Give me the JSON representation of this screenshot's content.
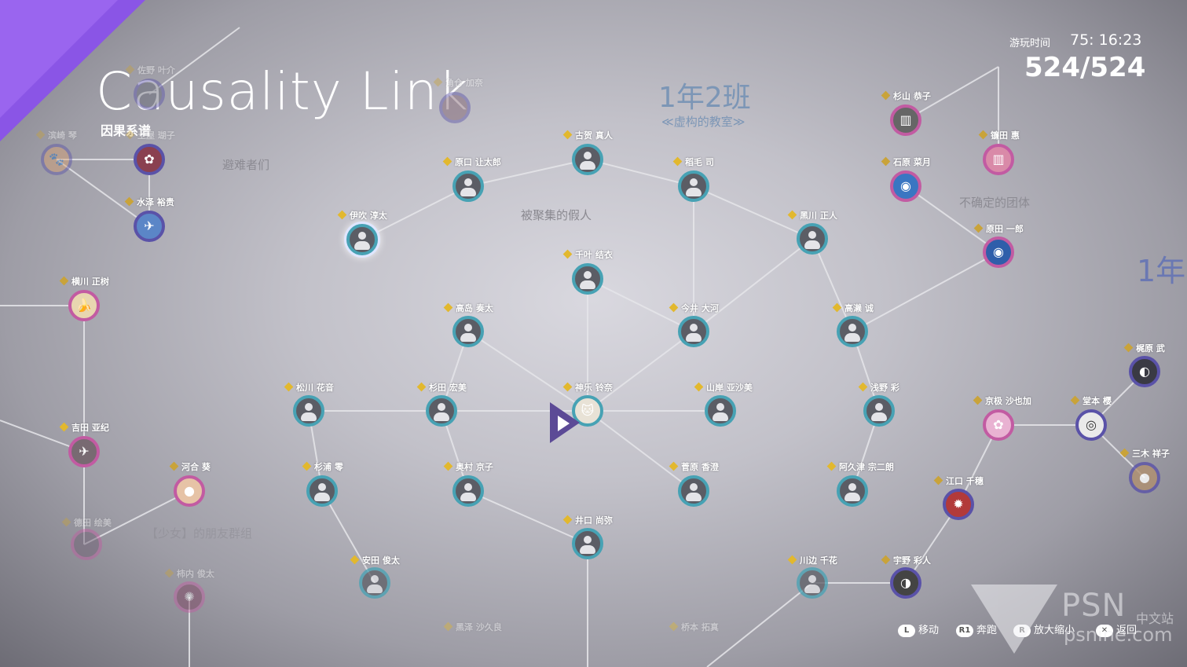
{
  "app": {
    "title": "Causality Link",
    "subtitle": "因果系谱"
  },
  "hud": {
    "playtime_label": "游玩时间",
    "playtime": "75: 16:23",
    "count": "524/524"
  },
  "groups": {
    "refugees": "避难者们",
    "gathered_fakes": "被聚集的假人",
    "uncertain_group": "不确定的团体",
    "friends_group": "【少女】的朋友群组",
    "class_1_2": "1年2班",
    "class_1_2_sub": "≪虚构的教室≫",
    "class_1_cut": "1年"
  },
  "nodes": [
    {
      "id": "furuga",
      "name": "古贺 真人",
      "style": "teal"
    },
    {
      "id": "haraguchi",
      "name": "原口 让太郎",
      "style": "teal"
    },
    {
      "id": "inahige",
      "name": "稻毛 司",
      "style": "teal"
    },
    {
      "id": "ibu",
      "name": "伊吹 淳太",
      "style": "teal"
    },
    {
      "id": "kurokawa",
      "name": "黑川 正人",
      "style": "teal"
    },
    {
      "id": "chiba",
      "name": "千叶 结衣",
      "style": "teal"
    },
    {
      "id": "takashima",
      "name": "高岛 奏太",
      "style": "teal"
    },
    {
      "id": "imai",
      "name": "今井 大河",
      "style": "teal"
    },
    {
      "id": "takase",
      "name": "高濑 诚",
      "style": "teal"
    },
    {
      "id": "matsukawa",
      "name": "松川 花音",
      "style": "teal"
    },
    {
      "id": "sugita",
      "name": "杉田 宏美",
      "style": "teal"
    },
    {
      "id": "kagura",
      "name": "神乐 铃奈",
      "style": "teal",
      "glyph": "🐱"
    },
    {
      "id": "yamagishi",
      "name": "山岸 亚沙美",
      "style": "teal"
    },
    {
      "id": "asano",
      "name": "浅野 彩",
      "style": "teal"
    },
    {
      "id": "sugiura",
      "name": "杉浦 零",
      "style": "teal"
    },
    {
      "id": "okumura",
      "name": "奥村 京子",
      "style": "teal"
    },
    {
      "id": "sugahara",
      "name": "菅原 香澄",
      "style": "teal"
    },
    {
      "id": "akutsu",
      "name": "阿久津 宗二朗",
      "style": "teal"
    },
    {
      "id": "iguchi",
      "name": "井口 尚弥",
      "style": "teal"
    },
    {
      "id": "yasuda",
      "name": "安田 俊太",
      "style": "teal"
    },
    {
      "id": "kawabe",
      "name": "川边 千花",
      "style": "teal"
    },
    {
      "id": "yokokawa",
      "name": "横川 正树",
      "style": "pink",
      "glyph": "🍌"
    },
    {
      "id": "yoshida",
      "name": "吉田 亚纪",
      "style": "pink",
      "glyph": "✈"
    },
    {
      "id": "kawai",
      "name": "河合 葵",
      "style": "pink",
      "glyph": "●"
    },
    {
      "id": "ishihara",
      "name": "石原 菜月",
      "style": "pink",
      "glyph": "◉"
    },
    {
      "id": "harada",
      "name": "原田 一郎",
      "style": "pink",
      "glyph": "◉"
    },
    {
      "id": "kyogoku",
      "name": "京极 沙也加",
      "style": "pink",
      "glyph": "✿"
    },
    {
      "id": "eguchi",
      "name": "江口 千穗",
      "style": "violet",
      "glyph": "✹"
    },
    {
      "id": "domoto",
      "name": "堂本 樱",
      "style": "violet",
      "glyph": "◎"
    },
    {
      "id": "kajiwara",
      "name": "梶原 武",
      "style": "violet",
      "glyph": "◐"
    },
    {
      "id": "miki",
      "name": "三木 祥子",
      "style": "violet",
      "glyph": "●"
    },
    {
      "id": "mizusawa",
      "name": "水泽 裕贵",
      "style": "violet",
      "glyph": "✈"
    },
    {
      "id": "sugiyama",
      "name": "杉山 恭子",
      "style": "pink",
      "glyph": "▥"
    },
    {
      "id": "kamata",
      "name": "镰田 惠",
      "style": "pink",
      "glyph": "▥"
    },
    {
      "id": "uno",
      "name": "宇野 彩人",
      "style": "violet",
      "glyph": "◑"
    },
    {
      "id": "sano",
      "name": "佐野 叶介",
      "style": "violet"
    },
    {
      "id": "shimazaki",
      "name": "滨崎 琴",
      "style": "violet",
      "glyph": "🐾"
    },
    {
      "id": "tsuchiko",
      "name": "土屋 瑚子",
      "style": "violet",
      "glyph": "✿"
    },
    {
      "id": "kadokura",
      "name": "角仓 加奈",
      "style": "violet"
    },
    {
      "id": "tokuda",
      "name": "德田 绘美",
      "style": "pink"
    },
    {
      "id": "kakiuchi",
      "name": "柿内 俊太",
      "style": "pink",
      "glyph": "✺"
    },
    {
      "id": "kurosawa",
      "name": "黑泽 沙久良",
      "style": "teal"
    },
    {
      "id": "hashimoto",
      "name": "桥本 拓真",
      "style": "teal"
    }
  ],
  "controls": [
    {
      "key": "L",
      "label": "移动"
    },
    {
      "key": "R1",
      "label": "奔跑"
    },
    {
      "key": "R",
      "label": "放大缩小"
    },
    {
      "key": "✕",
      "label": "返回"
    }
  ],
  "watermark": {
    "logo_text": "PSN",
    "cn": "中文站",
    "url": "psnine.com"
  },
  "colors": {
    "accent_purple": "#8a55e6",
    "teal_ring": "#47a2b4",
    "pink_ring": "#c25ba2",
    "violet_ring": "#5a52a8",
    "star": "#e2b82e",
    "class_text": "#7c96b6"
  }
}
